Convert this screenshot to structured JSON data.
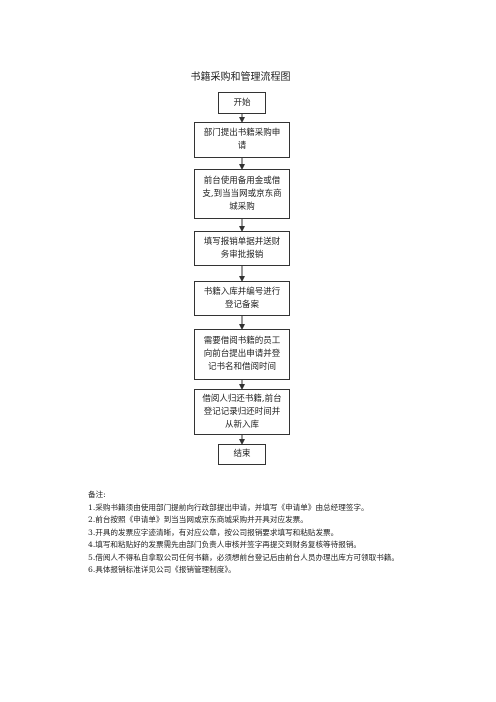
{
  "title": "书籍采购和管理流程图",
  "flow": {
    "steps": [
      "开始",
      "部门提出书籍采购申请",
      "前台使用备用金或借支,到当当网或京东商城采购",
      "填写报销单据并送财务审批报销",
      "书籍入库并编号进行登记备案",
      "需要借阅书籍的员工向前台提出申请并登记书名和借阅时间",
      "借阅人归还书籍,前台登记记录归还时间并从新入库",
      "结束"
    ]
  },
  "notes": {
    "heading": "备注:",
    "items": [
      "1.采购书籍须由使用部门提前向行政部提出申请，并填写《申请单》由总经理签字。",
      "2.前台按照《申请单》到当当网或京东商城采购并开具对应发票。",
      "3.开具的发票应字迹清晰，有对应公章，按公司报销要求填写和粘贴发票。",
      "4.填写和粘贴好的发票需先由部门负责人审核并签字再提交到财务复核等待报销。",
      "5.借阅人不得私自拿取公司任何书籍，必须想前台登记后由前台人员办理出库方可领取书籍。",
      "6.具体报销标准详见公司《报销管理制度》。"
    ]
  }
}
